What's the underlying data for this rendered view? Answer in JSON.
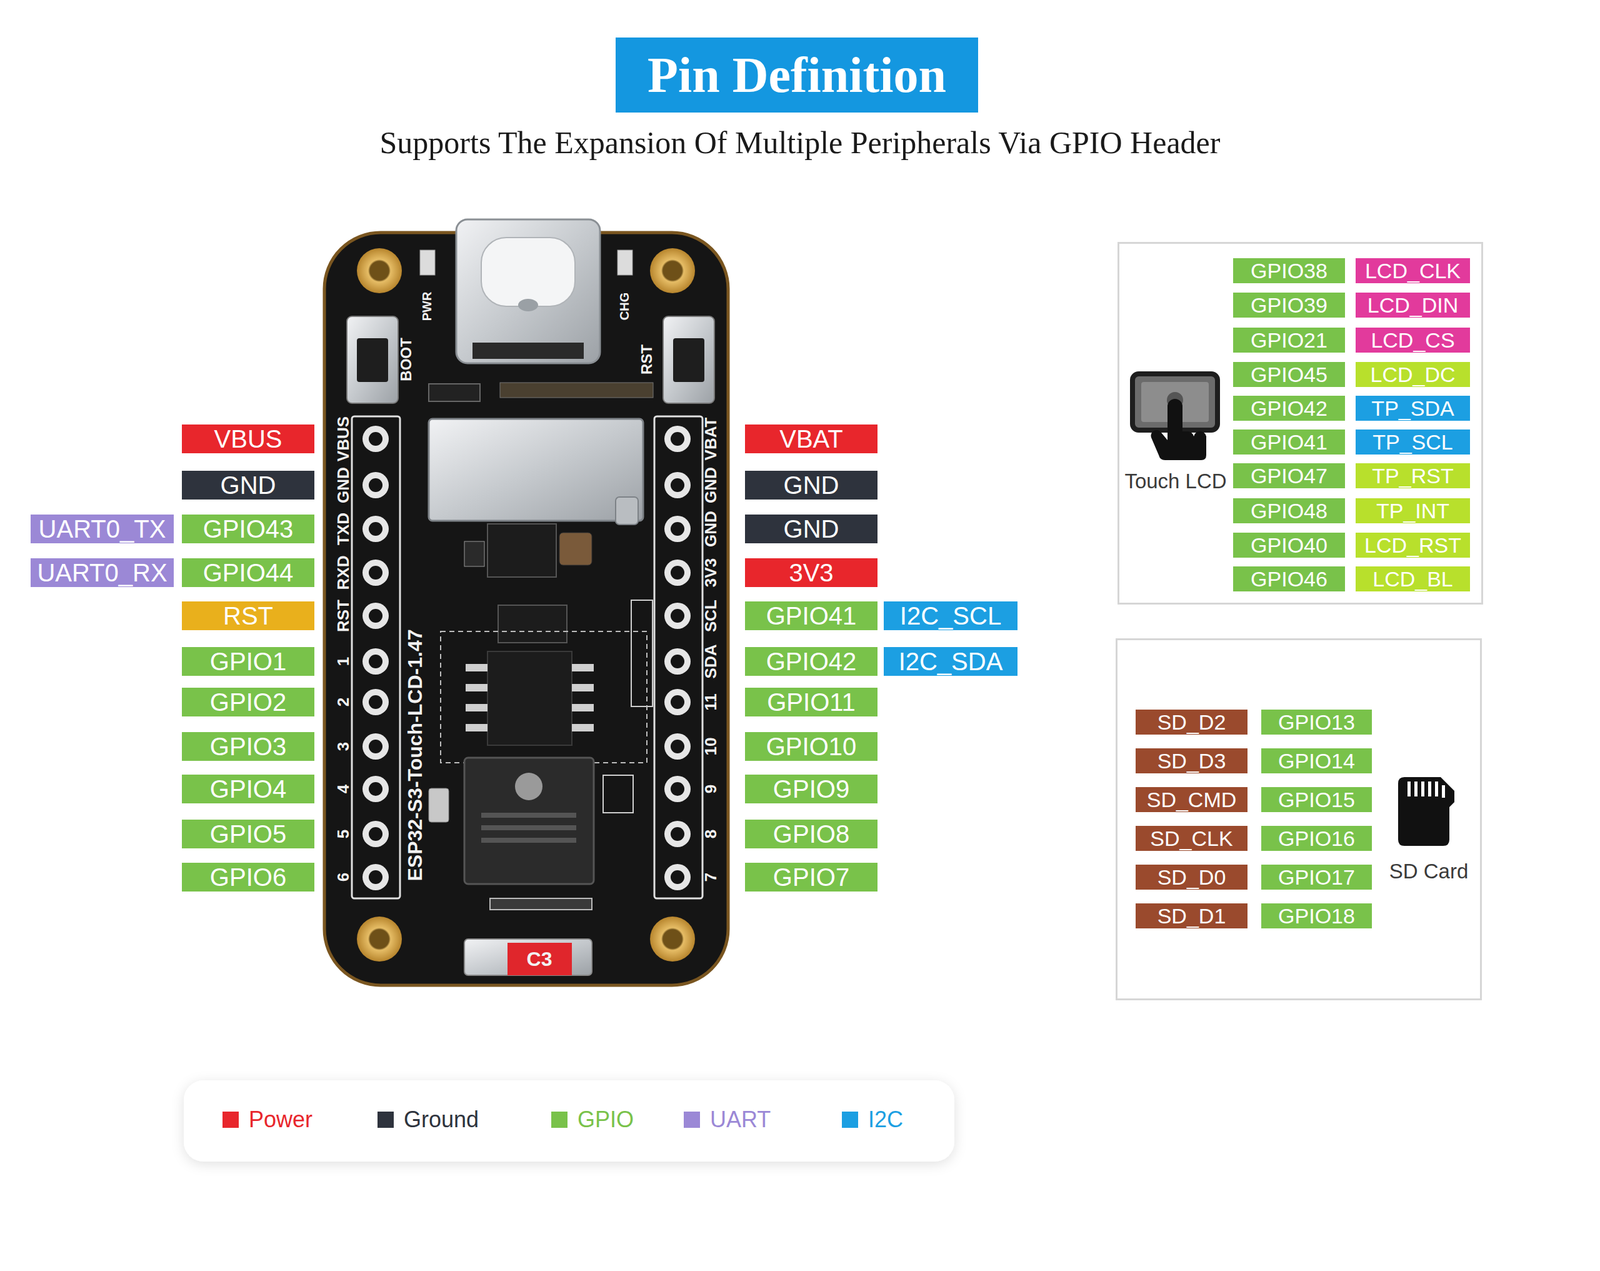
{
  "diagram": {
    "title": "Pin Definition",
    "caption": "Supports The Expansion Of Multiple Peripherals Via GPIO Header",
    "nodes": [
      {
        "text": [
          "Touch LCD"
        ]
      },
      {
        "text": [
          "SD Card"
        ]
      }
    ],
    "labels": [
      "PWR",
      "CHG",
      "BOOT",
      "RST",
      "VBUS",
      "GND",
      "TXD",
      "RXD",
      "RST",
      "1",
      "2",
      "3",
      "4",
      "5",
      "6",
      "VBAT",
      "GND",
      "GND",
      "3V3",
      "SCL",
      "SDA",
      "11",
      "10",
      "9",
      "8",
      "7",
      "ESP32-S3-Touch-LCD-1.47",
      "C3",
      "VBUS",
      "GND",
      "UART0_TX",
      "GPIO43",
      "UART0_RX",
      "GPIO44",
      "RST",
      "GPIO1",
      "GPIO2",
      "GPIO3",
      "GPIO4",
      "GPIO5",
      "GPIO6",
      "VBAT",
      "GND",
      "GND",
      "3V3",
      "GPIO41",
      "I2C_SCL",
      "GPIO42",
      "I2C_SDA",
      "GPIO11",
      "GPIO10",
      "GPIO9",
      "GPIO8",
      "GPIO7",
      "GPIO38",
      "LCD_CLK",
      "GPIO39",
      "LCD_DIN",
      "GPIO21",
      "LCD_CS",
      "GPIO45",
      "LCD_DC",
      "GPIO42",
      "TP_SDA",
      "GPIO41",
      "TP_SCL",
      "GPIO47",
      "TP_RST",
      "GPIO48",
      "TP_INT",
      "GPIO40",
      "LCD_RST",
      "GPIO46",
      "LCD_BL",
      "SD_D2",
      "GPIO13",
      "SD_D3",
      "GPIO14",
      "SD_CMD",
      "GPIO15",
      "SD_CLK",
      "GPIO16",
      "SD_D0",
      "GPIO17",
      "SD_D1",
      "GPIO18"
    ],
    "legend": [
      {
        "text": "Power",
        "color": "#e8262c"
      },
      {
        "text": "Ground",
        "color": "#2e333d"
      },
      {
        "text": "GPIO",
        "color": "#79c24a"
      },
      {
        "text": "UART",
        "color": "#9b88d6"
      },
      {
        "text": "I2C",
        "color": "#1c9fe2"
      }
    ]
  }
}
